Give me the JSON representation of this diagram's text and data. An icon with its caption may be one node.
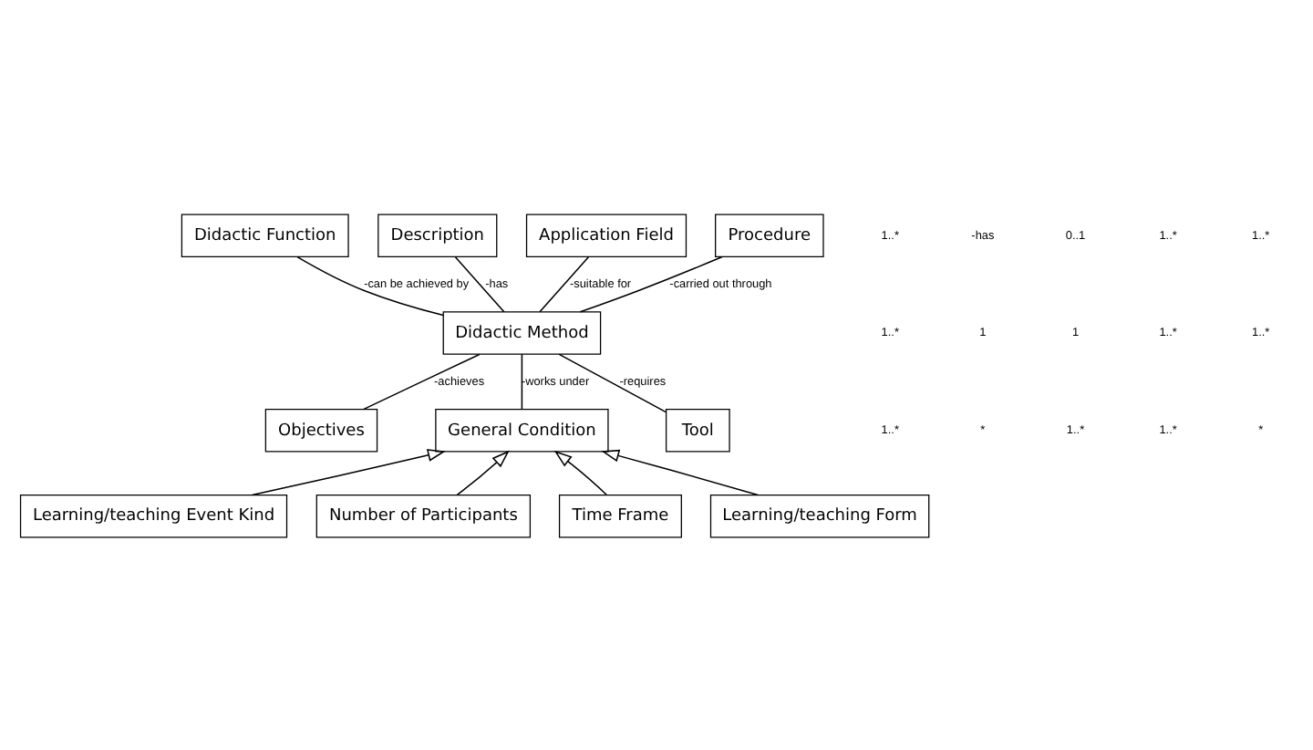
{
  "diagram": {
    "nodes": [
      {
        "text": [
          "Didactic Function"
        ]
      },
      {
        "text": [
          "Description"
        ]
      },
      {
        "text": [
          "Application Field"
        ]
      },
      {
        "text": [
          "Procedure"
        ]
      },
      {
        "text": [
          "Didactic Method"
        ]
      },
      {
        "text": [
          "Objectives"
        ]
      },
      {
        "text": [
          "Tool"
        ]
      },
      {
        "text": [
          "General Condition"
        ]
      },
      {
        "text": [
          "Learning/teaching Event Kind"
        ]
      },
      {
        "text": [
          "Number of Participants"
        ]
      },
      {
        "text": [
          "Time Frame"
        ]
      },
      {
        "text": [
          "Learning/teaching Form"
        ]
      }
    ],
    "edges": [
      {
        "from": 0,
        "to": 4,
        "arrow": "none",
        "label": "-can be achieved by"
      },
      {
        "from": 1,
        "to": 4,
        "arrow": "none",
        "label": "-has"
      },
      {
        "from": 2,
        "to": 4,
        "arrow": "none",
        "label": "-suitable for"
      },
      {
        "from": 3,
        "to": 4,
        "arrow": "none",
        "label": "-carried out through"
      },
      {
        "from": 4,
        "to": 5,
        "arrow": "none",
        "label": "-achieves"
      },
      {
        "from": 4,
        "to": 6,
        "arrow": "none",
        "label": "-requires"
      },
      {
        "from": 4,
        "to": 7,
        "arrow": "none",
        "label": "-works under"
      },
      {
        "from": 8,
        "to": 7,
        "arrow": "to"
      },
      {
        "from": 9,
        "to": 7,
        "arrow": "to"
      },
      {
        "from": 10,
        "to": 7,
        "arrow": "to"
      },
      {
        "from": 11,
        "to": 7,
        "arrow": "to"
      }
    ],
    "labels": [
      "1..*",
      "-has",
      "0..1",
      "1..*",
      "1..*",
      "1..*",
      "1",
      "1",
      "1..*",
      "1..*",
      "1..*",
      "*",
      "1..*",
      "1..*",
      "*"
    ]
  }
}
